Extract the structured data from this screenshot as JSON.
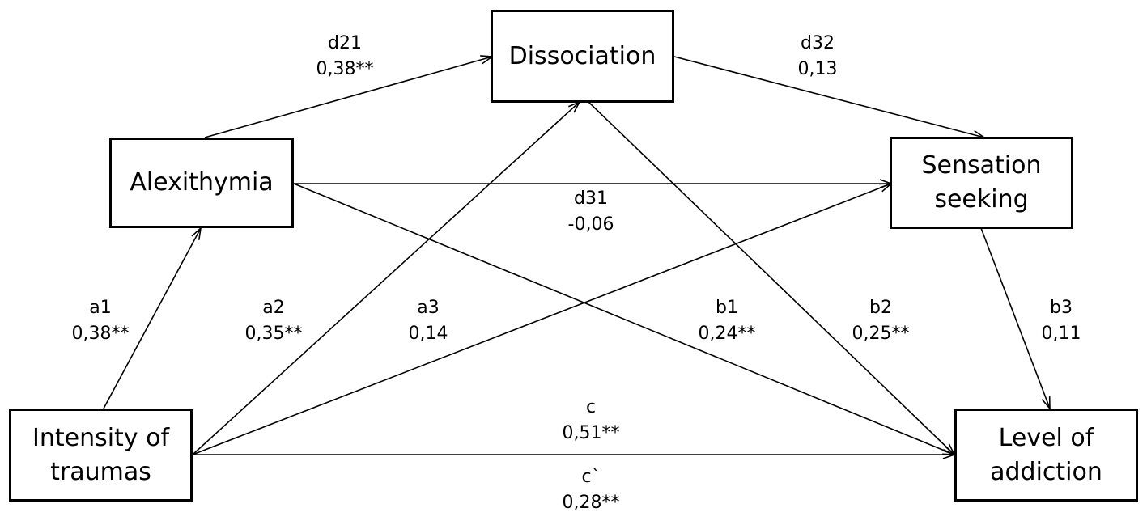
{
  "nodes": {
    "alexithymia": {
      "lines": [
        "Alexithymia"
      ]
    },
    "dissociation": {
      "lines": [
        "Dissociation"
      ]
    },
    "sensation": {
      "lines": [
        "Sensation",
        "seeking"
      ]
    },
    "trauma": {
      "lines": [
        "Intensity of",
        "traumas"
      ]
    },
    "addiction": {
      "lines": [
        "Level of",
        "addiction"
      ]
    }
  },
  "edges": {
    "d21": {
      "name": "d21",
      "value": "0,38**"
    },
    "d32": {
      "name": "d32",
      "value": "0,13"
    },
    "d31": {
      "name": "d31",
      "value": "-0,06"
    },
    "a1": {
      "name": "a1",
      "value": "0,38**"
    },
    "a2": {
      "name": "a2",
      "value": "0,35**"
    },
    "a3": {
      "name": "a3",
      "value": "0,14"
    },
    "b1": {
      "name": "b1",
      "value": "0,24**"
    },
    "b2": {
      "name": "b2",
      "value": "0,25**"
    },
    "b3": {
      "name": "b3",
      "value": "0,11"
    },
    "c": {
      "name": "c",
      "value": "0,51**"
    },
    "c_prime": {
      "name": "c`",
      "value": "0,28**"
    }
  }
}
